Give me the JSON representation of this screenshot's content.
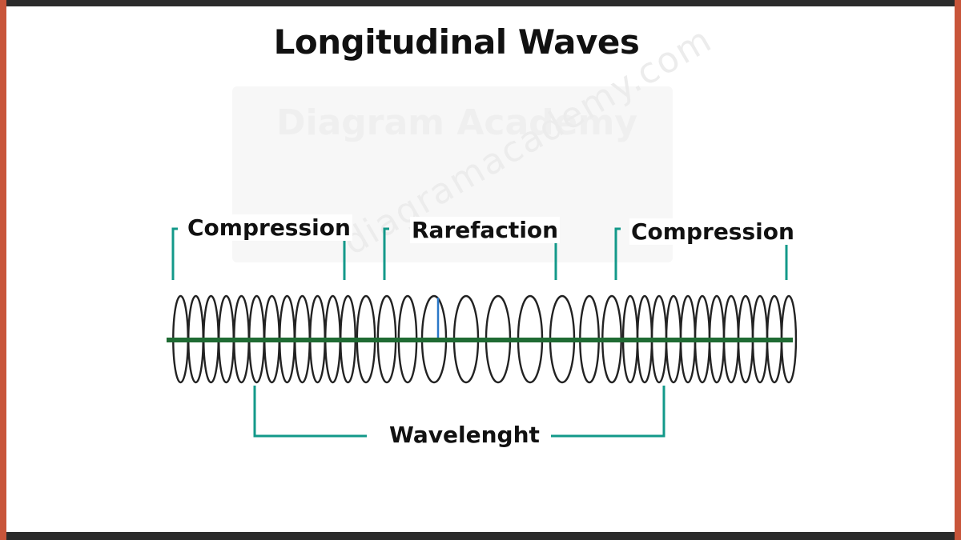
{
  "title": "Longitudinal Waves",
  "watermark": {
    "name": "Diagram Academy",
    "domain": "diagramacademy.com"
  },
  "labels": {
    "compression_left": "Compression",
    "rarefaction": "Rarefaction",
    "compression_right": "Compression",
    "wavelength": "Wavelenght"
  },
  "colors": {
    "bracket": "#13998a",
    "axis": "#1f6b33",
    "coil": "#222222",
    "marker": "#2a78c8",
    "frame_side": "#c8553a",
    "frame_edge": "#2b2b2b"
  }
}
